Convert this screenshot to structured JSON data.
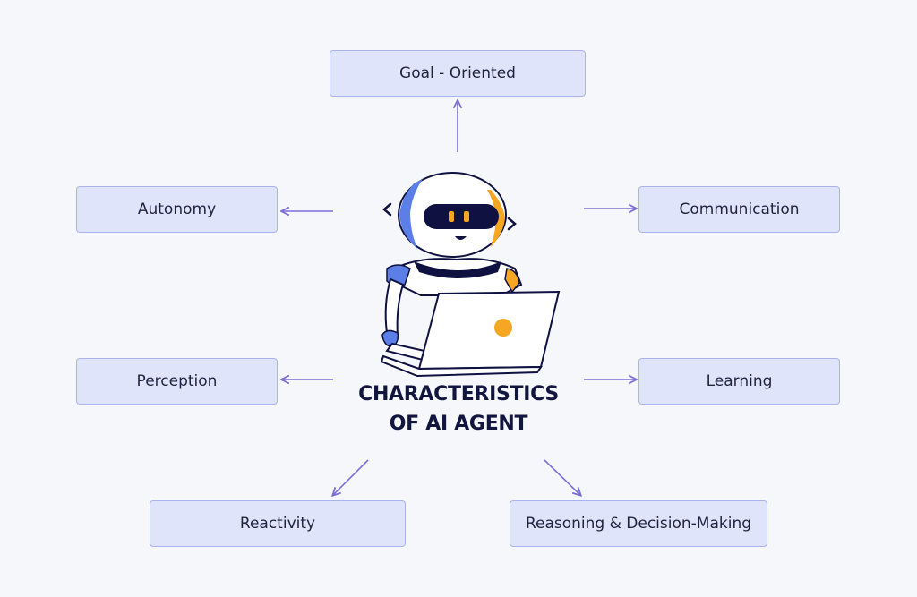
{
  "center": {
    "line1": "CHARACTERISTICS",
    "line2": "OF AI AGENT"
  },
  "nodes": {
    "goal": "Goal - Oriented",
    "autonomy": "Autonomy",
    "communication": "Communication",
    "perception": "Perception",
    "learning": "Learning",
    "reactivity": "Reactivity",
    "reasoning": "Reasoning & Decision-Making"
  },
  "colors": {
    "background": "#f6f7fb",
    "node_fill": "#dfe4fb",
    "node_border": "#a9b3ee",
    "arrow": "#7b6fd6",
    "title": "#12163f",
    "robot_blue": "#5b7fe6",
    "robot_orange": "#f5a623",
    "robot_visor": "#0f1240"
  },
  "icons": [
    "robot-icon",
    "laptop-icon"
  ]
}
